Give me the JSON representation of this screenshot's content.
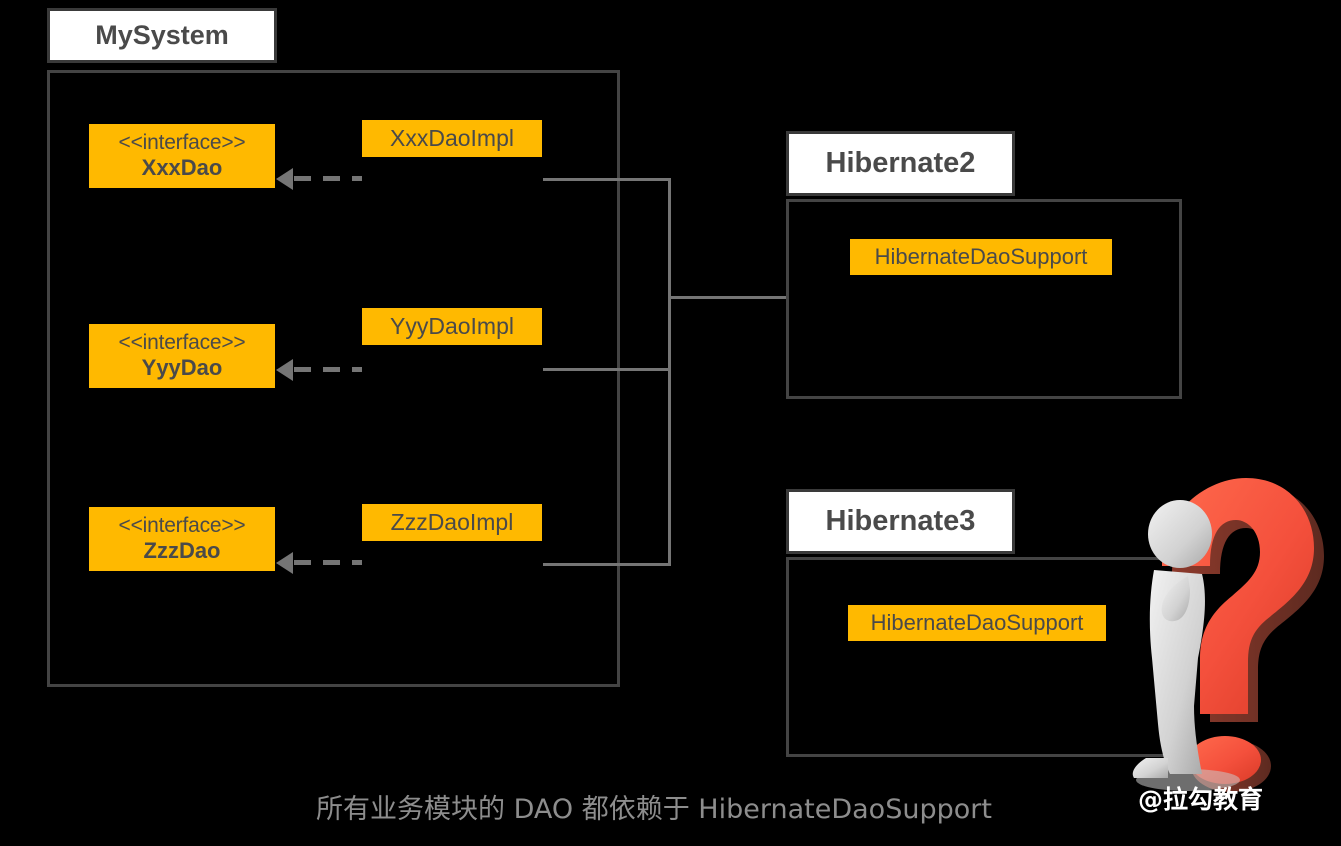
{
  "diagram": {
    "title": "MySystem DAO dependency on HibernateDaoSupport",
    "caption": "所有业务模块的 DAO 都依赖于 HibernateDaoSupport",
    "colors": {
      "background": "#000000",
      "class_fill": "#ffb900",
      "class_text": "#4a4a4a",
      "package_border": "#444444",
      "package_tab_fill": "#ffffff",
      "connector": "#757575",
      "caption_text": "#8d8d8d",
      "watermark_red": "#f4503c",
      "watermark_gray": "#d6d6d6"
    }
  },
  "packages": [
    {
      "id": "mysystem",
      "name": "MySystem",
      "interfaces": [
        {
          "stereotype": "<<interface>>",
          "name": "XxxDao"
        },
        {
          "stereotype": "<<interface>>",
          "name": "YyyDao"
        },
        {
          "stereotype": "<<interface>>",
          "name": "ZzzDao"
        }
      ],
      "implementations": [
        {
          "name": "XxxDaoImpl"
        },
        {
          "name": "YyyDaoImpl"
        },
        {
          "name": "ZzzDaoImpl"
        }
      ]
    },
    {
      "id": "hibernate2",
      "name": "Hibernate2",
      "classes": [
        {
          "name": "HibernateDaoSupport"
        }
      ]
    },
    {
      "id": "hibernate3",
      "name": "Hibernate3",
      "classes": [
        {
          "name": "HibernateDaoSupport"
        }
      ]
    }
  ],
  "relations": [
    {
      "type": "realization",
      "from": "XxxDaoImpl",
      "to": "XxxDao",
      "style": "dashed-open-arrow"
    },
    {
      "type": "realization",
      "from": "YyyDaoImpl",
      "to": "YyyDao",
      "style": "dashed-open-arrow"
    },
    {
      "type": "realization",
      "from": "ZzzDaoImpl",
      "to": "ZzzDao",
      "style": "dashed-open-arrow"
    },
    {
      "type": "dependency",
      "from": "MySystem DAO implementations",
      "to": "Hibernate2",
      "style": "solid-arrow"
    }
  ],
  "watermark": {
    "label": "@拉勾教育",
    "icon": "question-mark-figure"
  }
}
